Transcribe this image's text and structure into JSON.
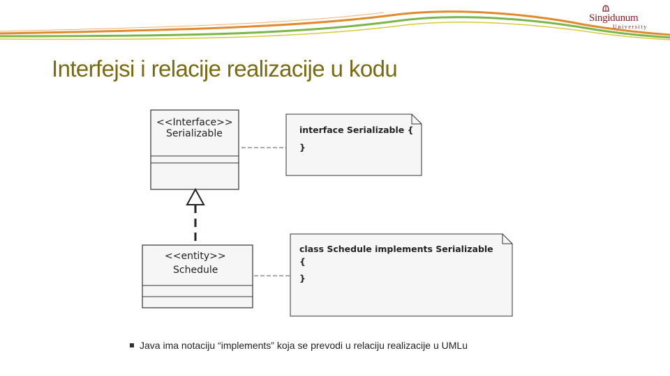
{
  "branding": {
    "logo_name": "Singidunum",
    "logo_sub": "University",
    "colors": {
      "orange": "#e08a2e",
      "green": "#7ab648",
      "yellow": "#d9c83a",
      "crimson": "#8b1c22"
    }
  },
  "slide": {
    "title": "Interfejsi i relacije realizacije u kodu",
    "bullet": "Java ima notaciju “implements” koja se prevodi u relaciju realizacije u UMLu"
  },
  "diagram": {
    "interface_class": {
      "stereotype": "<<Interface>>",
      "name": "Serializable"
    },
    "entity_class": {
      "stereotype": "<<entity>>",
      "name": "Schedule"
    },
    "note_interface": {
      "line1": "interface Serializable {",
      "line2": "}"
    },
    "note_class": {
      "line1": "class Schedule implements Serializable",
      "line2": "{",
      "line3": "}"
    }
  }
}
